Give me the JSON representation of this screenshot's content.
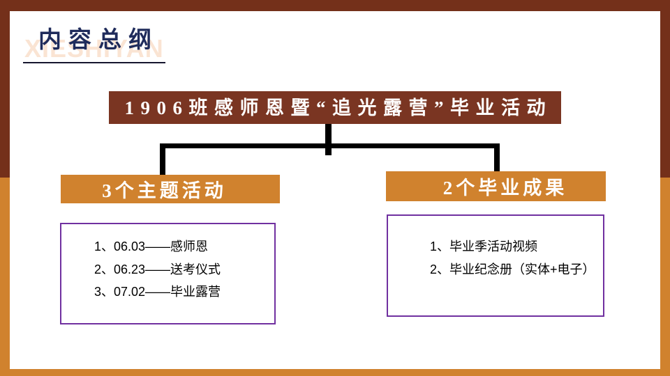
{
  "slide": {
    "header": {
      "title": "内容总纲",
      "watermark": "XIESHIYAN"
    },
    "banner": {
      "text": "1906班感师恩暨“追光露营”毕业活动"
    },
    "branches": [
      {
        "heading": "3个主题活动",
        "items": [
          "1、06.03——感师恩",
          "2、06.23——送考仪式",
          "3、07.02——毕业露营"
        ]
      },
      {
        "heading": "2个毕业成果",
        "items": [
          "1、毕业季活动视频",
          "2、毕业纪念册（实体+电子）"
        ]
      }
    ],
    "colors": {
      "background_top": "#74301A",
      "background_bottom": "#D0822E",
      "panel": "#FFFFFF",
      "banner": "#7A3522",
      "branch_header": "#D0822E",
      "title_text": "#1F2B5B",
      "watermark_text": "#FAE4D3",
      "list_border": "#7030A0",
      "connector": "#000000"
    }
  }
}
